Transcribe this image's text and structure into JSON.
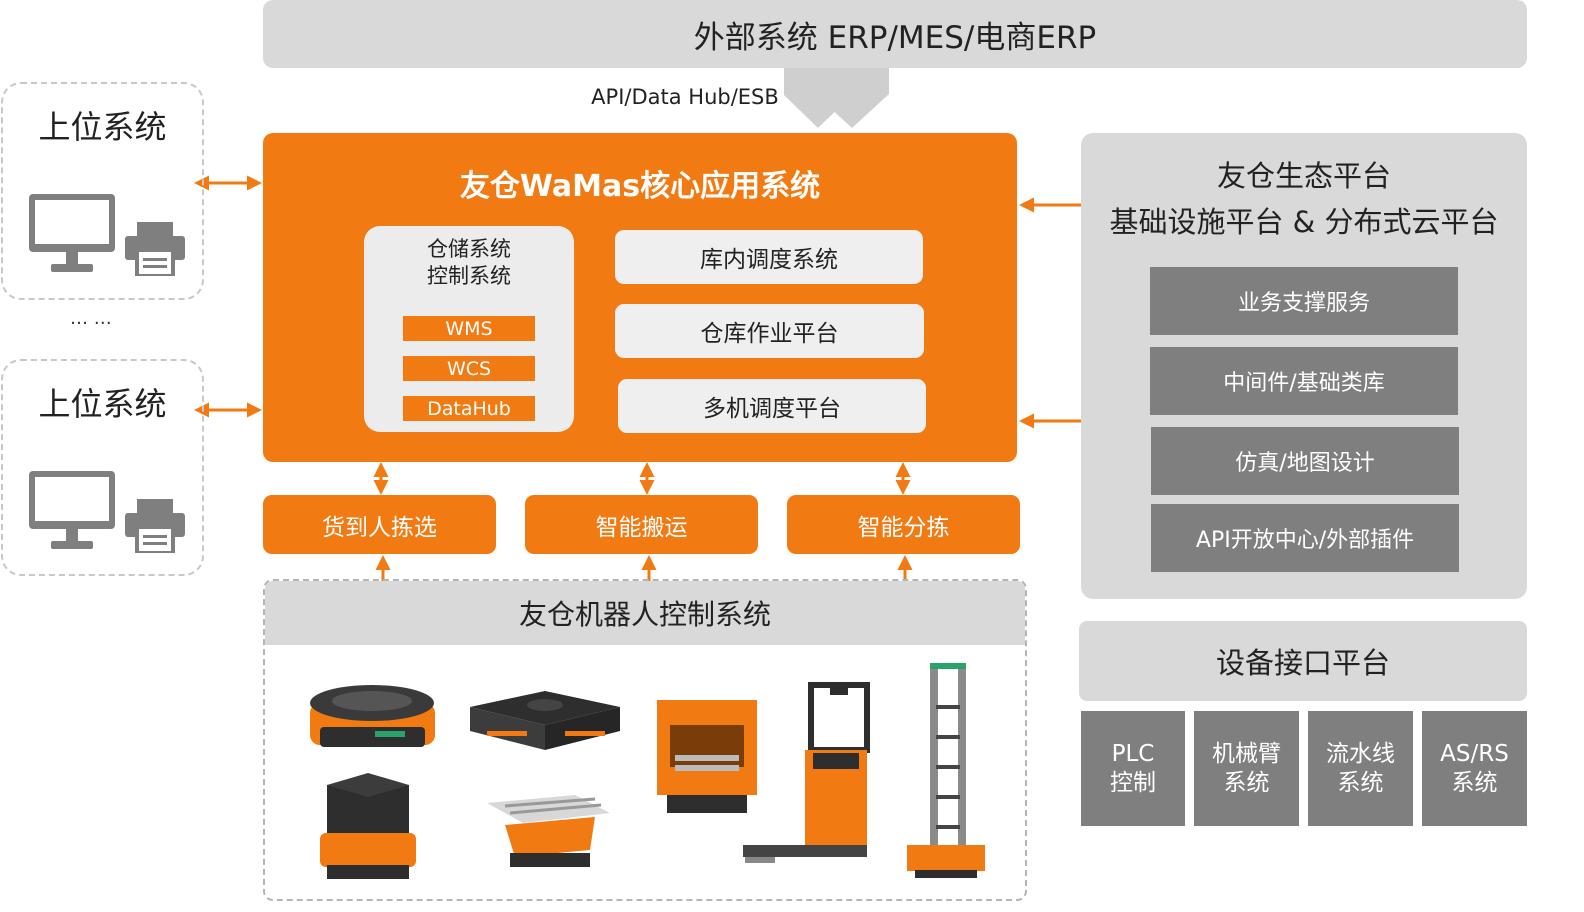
{
  "external": {
    "title": "外部系统 ERP/MES/电商ERP",
    "api_label": "API/Data Hub/ESB"
  },
  "upper_systems": {
    "label_1": "上位系统",
    "label_2": "上位系统",
    "ellipsis": "… …"
  },
  "core": {
    "title": "友仓WaMas核心应用系统",
    "storage_title": "仓储系统\n控制系统",
    "tags": [
      "WMS",
      "WCS",
      "DataHub"
    ],
    "subsystems": [
      "库内调度系统",
      "仓库作业平台",
      "多机调度平台"
    ]
  },
  "scenarios": [
    "货到人拣选",
    "智能搬运",
    "智能分拣"
  ],
  "robot_control": {
    "title": "友仓机器人控制系统"
  },
  "ecosystem": {
    "title_1": "友仓生态平台",
    "title_2": "基础设施平台 & 分布式云平台",
    "items": [
      "业务支撑服务",
      "中间件/基础类库",
      "仿真/地图设计",
      "API开放中心/外部插件"
    ]
  },
  "device": {
    "title": "设备接口平台",
    "items": [
      "PLC\n控制",
      "机械臂\n系统",
      "流水线\n系统",
      "AS/RS\n系统"
    ]
  },
  "colors": {
    "orange": "#f27a12",
    "gray_light": "#d9d9d9",
    "gray_dark": "#7f7f7f"
  }
}
